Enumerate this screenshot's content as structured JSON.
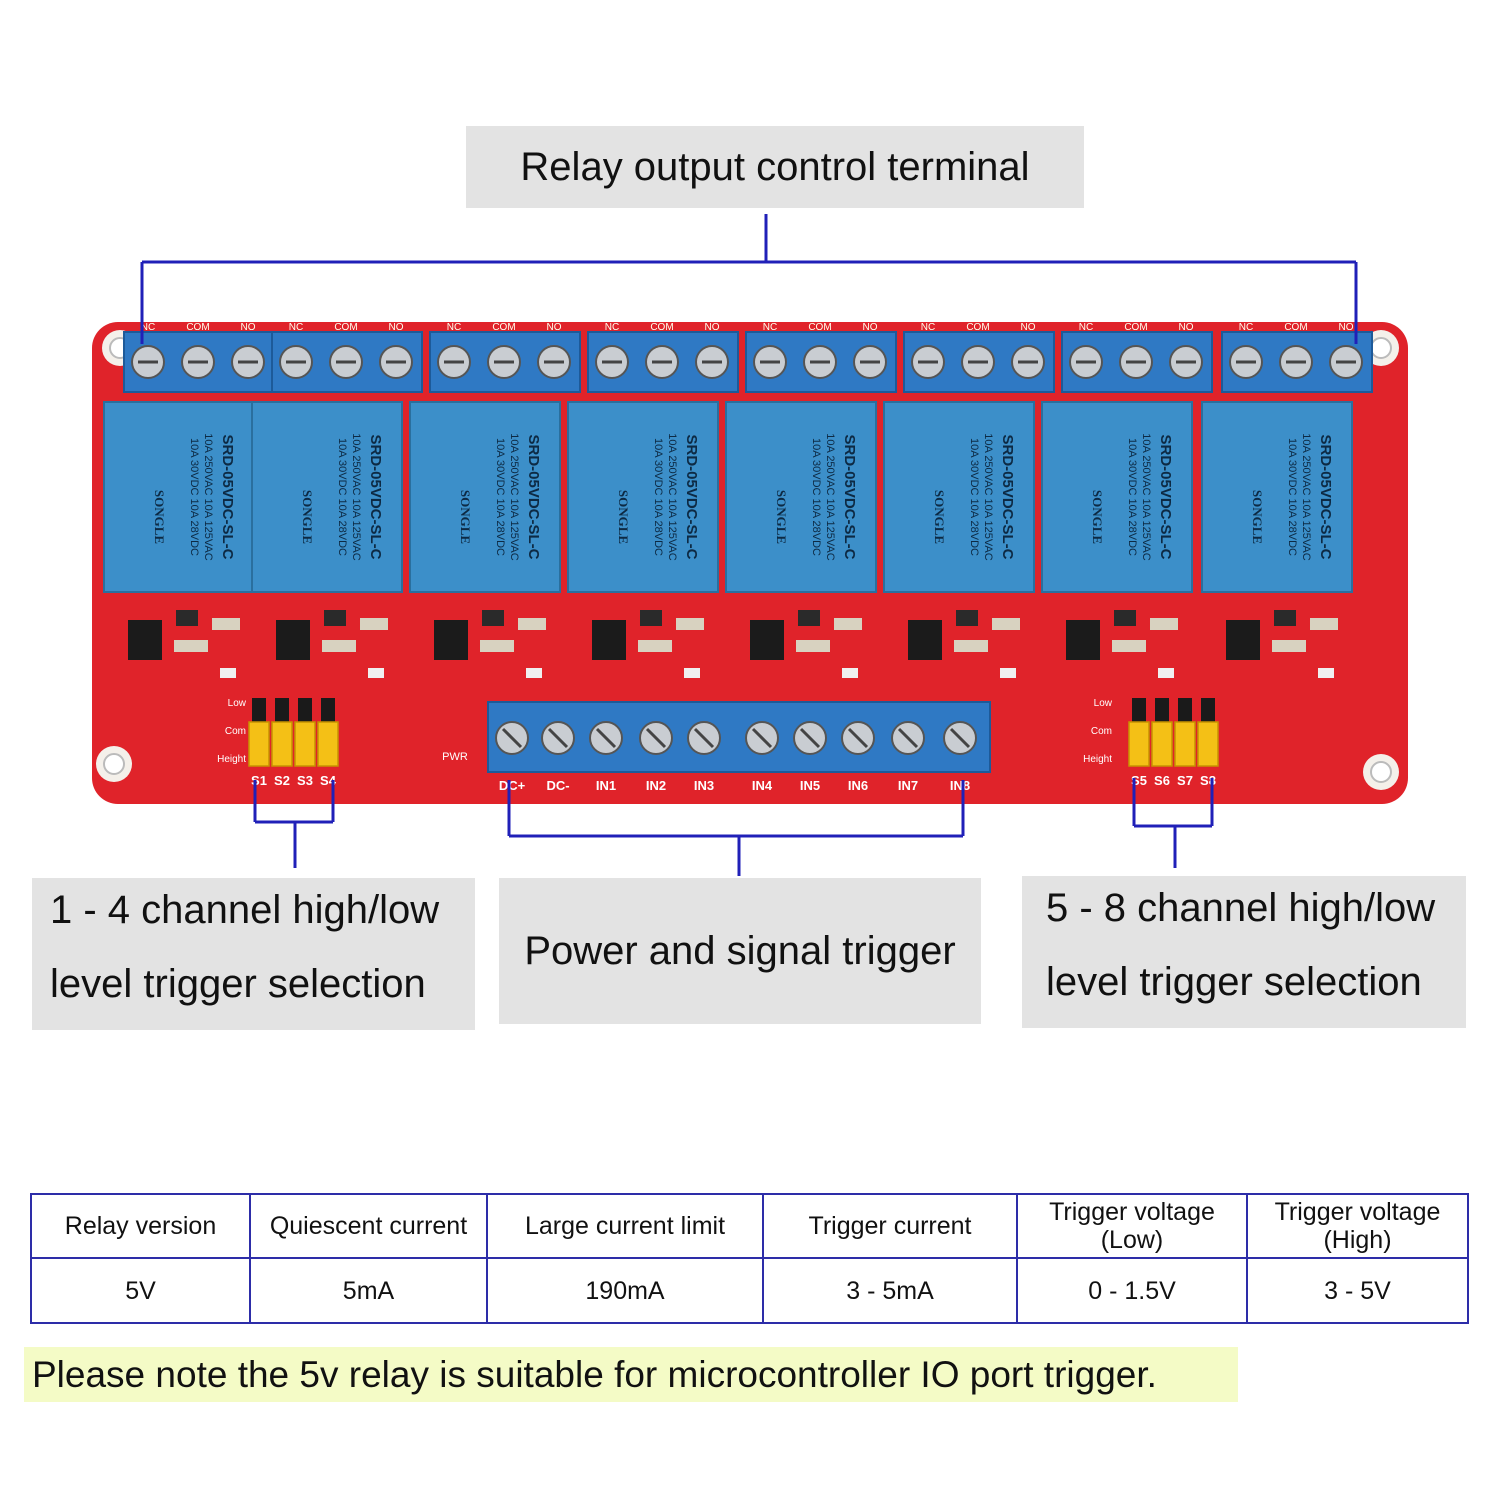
{
  "callouts": {
    "top": "Relay output control terminal",
    "left_line1": "1 - 4 channel high/low",
    "left_line2": "level trigger selection",
    "middle": "Power and signal trigger",
    "right_line1": "5 - 8 channel high/low",
    "right_line2": "level trigger selection"
  },
  "board": {
    "relay_text": {
      "model": "SRD-05VDC-SL-C",
      "rating1": "10A 250VAC 10A 125VAC",
      "rating2": "10A 30VDC 10A 28VDC",
      "brand": "SONGLE"
    },
    "terminal_top_labels": [
      "NC",
      "COM",
      "NO"
    ],
    "input_labels": [
      "DC+",
      "DC-",
      "IN1",
      "IN2",
      "IN3",
      "IN4",
      "IN5",
      "IN6",
      "IN7",
      "IN8"
    ],
    "jumper_left_labels": [
      "S1",
      "S2",
      "S3",
      "S4"
    ],
    "jumper_right_labels": [
      "S5",
      "S6",
      "S7",
      "S8"
    ],
    "jumper_rows": [
      "Low",
      "Com",
      "Height"
    ],
    "pwr_label": "PWR",
    "colors": {
      "pcb": "#e0232a",
      "relay": "#3c8fc9",
      "terminal": "#2f79c4",
      "jumper": "#f4c016",
      "leader": "#2020b8"
    }
  },
  "table": {
    "headers": [
      "Relay version",
      "Quiescent current",
      "Large current limit",
      "Trigger current",
      "Trigger voltage (Low)",
      "Trigger voltage (High)"
    ],
    "values": [
      "5V",
      "5mA",
      "190mA",
      "3 - 5mA",
      "0 - 1.5V",
      "3 - 5V"
    ]
  },
  "note": "Please note the 5v relay is suitable for microcontroller IO port trigger."
}
